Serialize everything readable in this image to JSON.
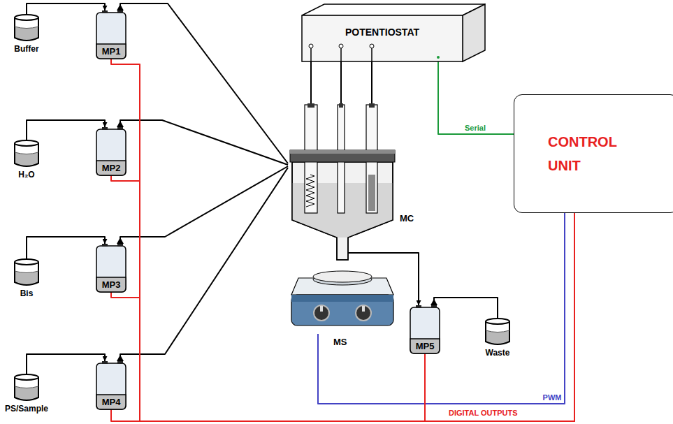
{
  "diagram": {
    "nodes": [
      {
        "text": [
          "Buffer"
        ]
      },
      {
        "text": [
          "MP1"
        ]
      },
      {
        "text": [
          "H₂O"
        ]
      },
      {
        "text": [
          "MP2"
        ]
      },
      {
        "text": [
          "Bis"
        ]
      },
      {
        "text": [
          "MP3"
        ]
      },
      {
        "text": [
          "PS/Sample"
        ]
      },
      {
        "text": [
          "MP4"
        ]
      },
      {
        "text": [
          "POTENTIOSTAT"
        ]
      },
      {
        "text": [
          "MC"
        ]
      },
      {
        "text": [
          "MS"
        ]
      },
      {
        "text": [
          "MP5"
        ]
      },
      {
        "text": [
          "Waste"
        ]
      },
      {
        "text": [
          "CONTROL UNIT"
        ]
      }
    ],
    "edges": [
      {
        "from": 0,
        "to": 1,
        "arrow": "to"
      },
      {
        "from": 2,
        "to": 3,
        "arrow": "to"
      },
      {
        "from": 4,
        "to": 5,
        "arrow": "to"
      },
      {
        "from": 6,
        "to": 7,
        "arrow": "to"
      },
      {
        "from": 1,
        "to": 9,
        "arrow": "none"
      },
      {
        "from": 3,
        "to": 9,
        "arrow": "none"
      },
      {
        "from": 5,
        "to": 9,
        "arrow": "none"
      },
      {
        "from": 7,
        "to": 9,
        "arrow": "none"
      },
      {
        "from": 9,
        "to": 11,
        "arrow": "to"
      },
      {
        "from": 11,
        "to": 12,
        "arrow": "none"
      },
      {
        "from": 8,
        "to": 9,
        "arrow": "none"
      },
      {
        "from": 8,
        "to": 9,
        "arrow": "none"
      },
      {
        "from": 8,
        "to": 9,
        "arrow": "none"
      },
      {
        "from": 8,
        "to": 13,
        "label": "Serial",
        "arrow": "none"
      },
      {
        "from": 13,
        "to": 10,
        "label": "PWM",
        "arrow": "none"
      },
      {
        "from": 13,
        "to": 1,
        "arrow": "none"
      },
      {
        "from": 13,
        "to": 3,
        "arrow": "none"
      },
      {
        "from": 13,
        "to": 5,
        "arrow": "none"
      },
      {
        "from": 13,
        "to": 7,
        "arrow": "none"
      },
      {
        "from": 13,
        "to": 11,
        "arrow": "none"
      }
    ],
    "labels": [
      "DIGITAL OUTPUTS"
    ]
  }
}
